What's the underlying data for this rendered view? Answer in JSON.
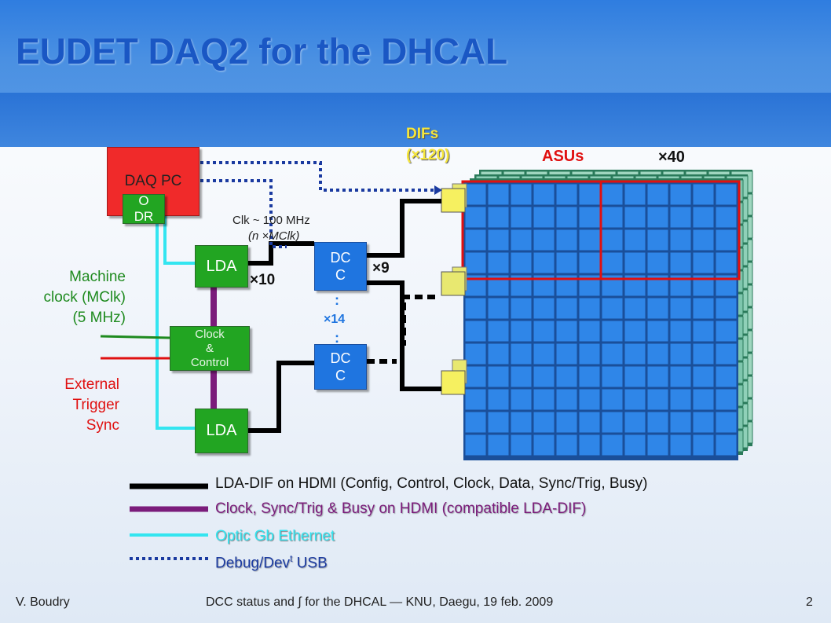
{
  "slide": {
    "title": "EUDET DAQ2 for the DHCAL",
    "footer_author": "V. Boudry",
    "footer_center": "DCC status and ∫ for the DHCAL — KNU, Daegu, 19 feb. 2009",
    "page_number": "2"
  },
  "diagram": {
    "daq_pc": "DAQ PC",
    "odr": "O\nDR",
    "lda_top": "LDA",
    "lda_bottom": "LDA",
    "clock_control": "Clock\n&\nControl",
    "dcc_top": "DC\nC",
    "dcc_bottom": "DC\nC",
    "clk_label_line1": "Clk ~ 100 MHz",
    "clk_label_line2": "(n ×MClk)",
    "mult_10": "×10",
    "mult_9": "×9",
    "mult_14": "×14",
    "dots_small": ":",
    "difs_label": "DIFs",
    "difs_count": "(×120)",
    "asus_label": "ASUs",
    "asus_count": "×40",
    "machine_clock": "Machine\nclock (MClk)\n(5 MHz)",
    "external_trigger": "External\nTrigger\nSync"
  },
  "legend": {
    "hdmi": "LDA-DIF on HDMI (Config, Control, Clock, Data, Sync/Trig, Busy)",
    "clock_hdmi": "Clock, Sync/Trig & Busy on HDMI (compatible LDA-DIF)",
    "optic": "Optic Gb Ethernet",
    "debug": "Debug/Dev",
    "debug_sup": "t",
    "debug_tail": " USB"
  },
  "colors": {
    "hdmi": "#000000",
    "clock_hdmi": "#7b1c7b",
    "optic": "#33e5f0",
    "debug": "#1a3aa0",
    "machine_clock": "#1e8a1e",
    "external_trigger": "#e01010"
  }
}
